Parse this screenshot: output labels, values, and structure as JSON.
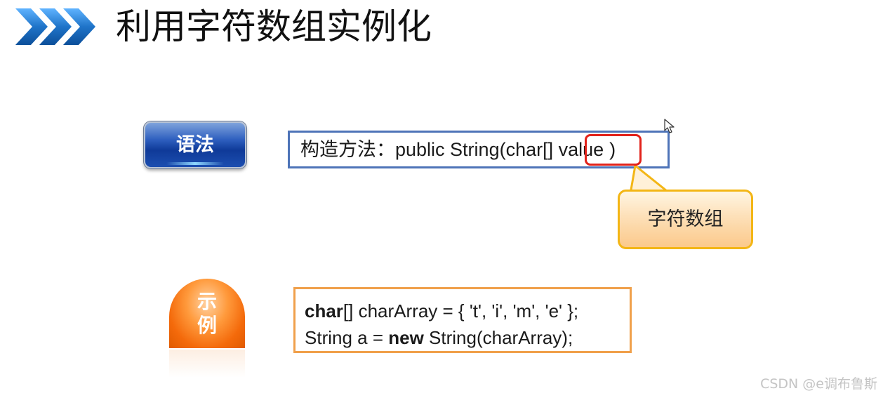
{
  "slide": {
    "title": "利用字符数组实例化",
    "syntax_button": "语法",
    "syntax_prefix": "构造方法：",
    "syntax_code_before": "public String(char[] ",
    "syntax_highlight": "value",
    "syntax_code_after": ")",
    "callout": "字符数组",
    "example_char_1": "示",
    "example_char_2": "例",
    "code_line1_kw": "char",
    "code_line1_rest": "[] charArray = { 't', 'i', 'm', 'e' };",
    "code_line2_start": "String a = ",
    "code_line2_kw": "new",
    "code_line2_rest": " String(charArray);"
  },
  "watermark": "CSDN @e调布鲁斯",
  "colors": {
    "syntax_border": "#4e74b8",
    "highlight_border": "#e2221a",
    "callout_border": "#f3b616",
    "code_border": "#f0a04b",
    "chevron": "#1f74c9"
  },
  "icons": [
    "chevron-arrows-icon",
    "mouse-pointer-icon"
  ]
}
